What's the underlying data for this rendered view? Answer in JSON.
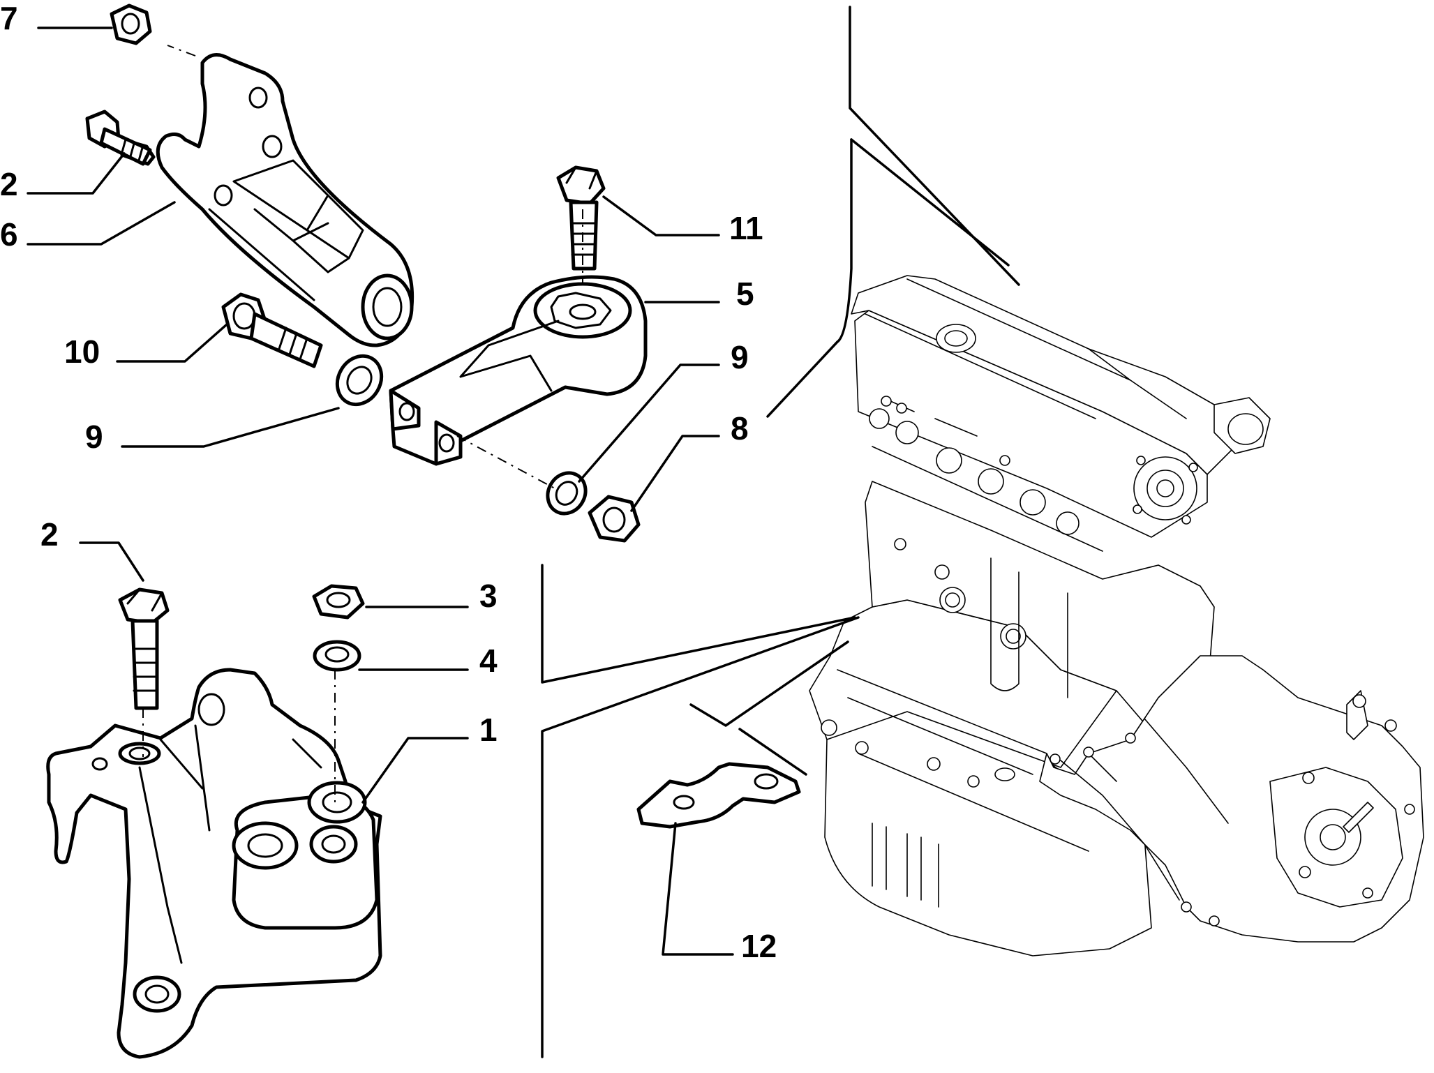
{
  "diagram": {
    "callouts": [
      {
        "id": "c7",
        "label": "7"
      },
      {
        "id": "c2a",
        "label": "2"
      },
      {
        "id": "c6",
        "label": "6"
      },
      {
        "id": "c10",
        "label": "10"
      },
      {
        "id": "c9a",
        "label": "9"
      },
      {
        "id": "c11",
        "label": "11"
      },
      {
        "id": "c5",
        "label": "5"
      },
      {
        "id": "c9b",
        "label": "9"
      },
      {
        "id": "c8",
        "label": "8"
      },
      {
        "id": "c2b",
        "label": "2"
      },
      {
        "id": "c3",
        "label": "3"
      },
      {
        "id": "c4",
        "label": "4"
      },
      {
        "id": "c1",
        "label": "1"
      },
      {
        "id": "c12",
        "label": "12"
      }
    ]
  }
}
